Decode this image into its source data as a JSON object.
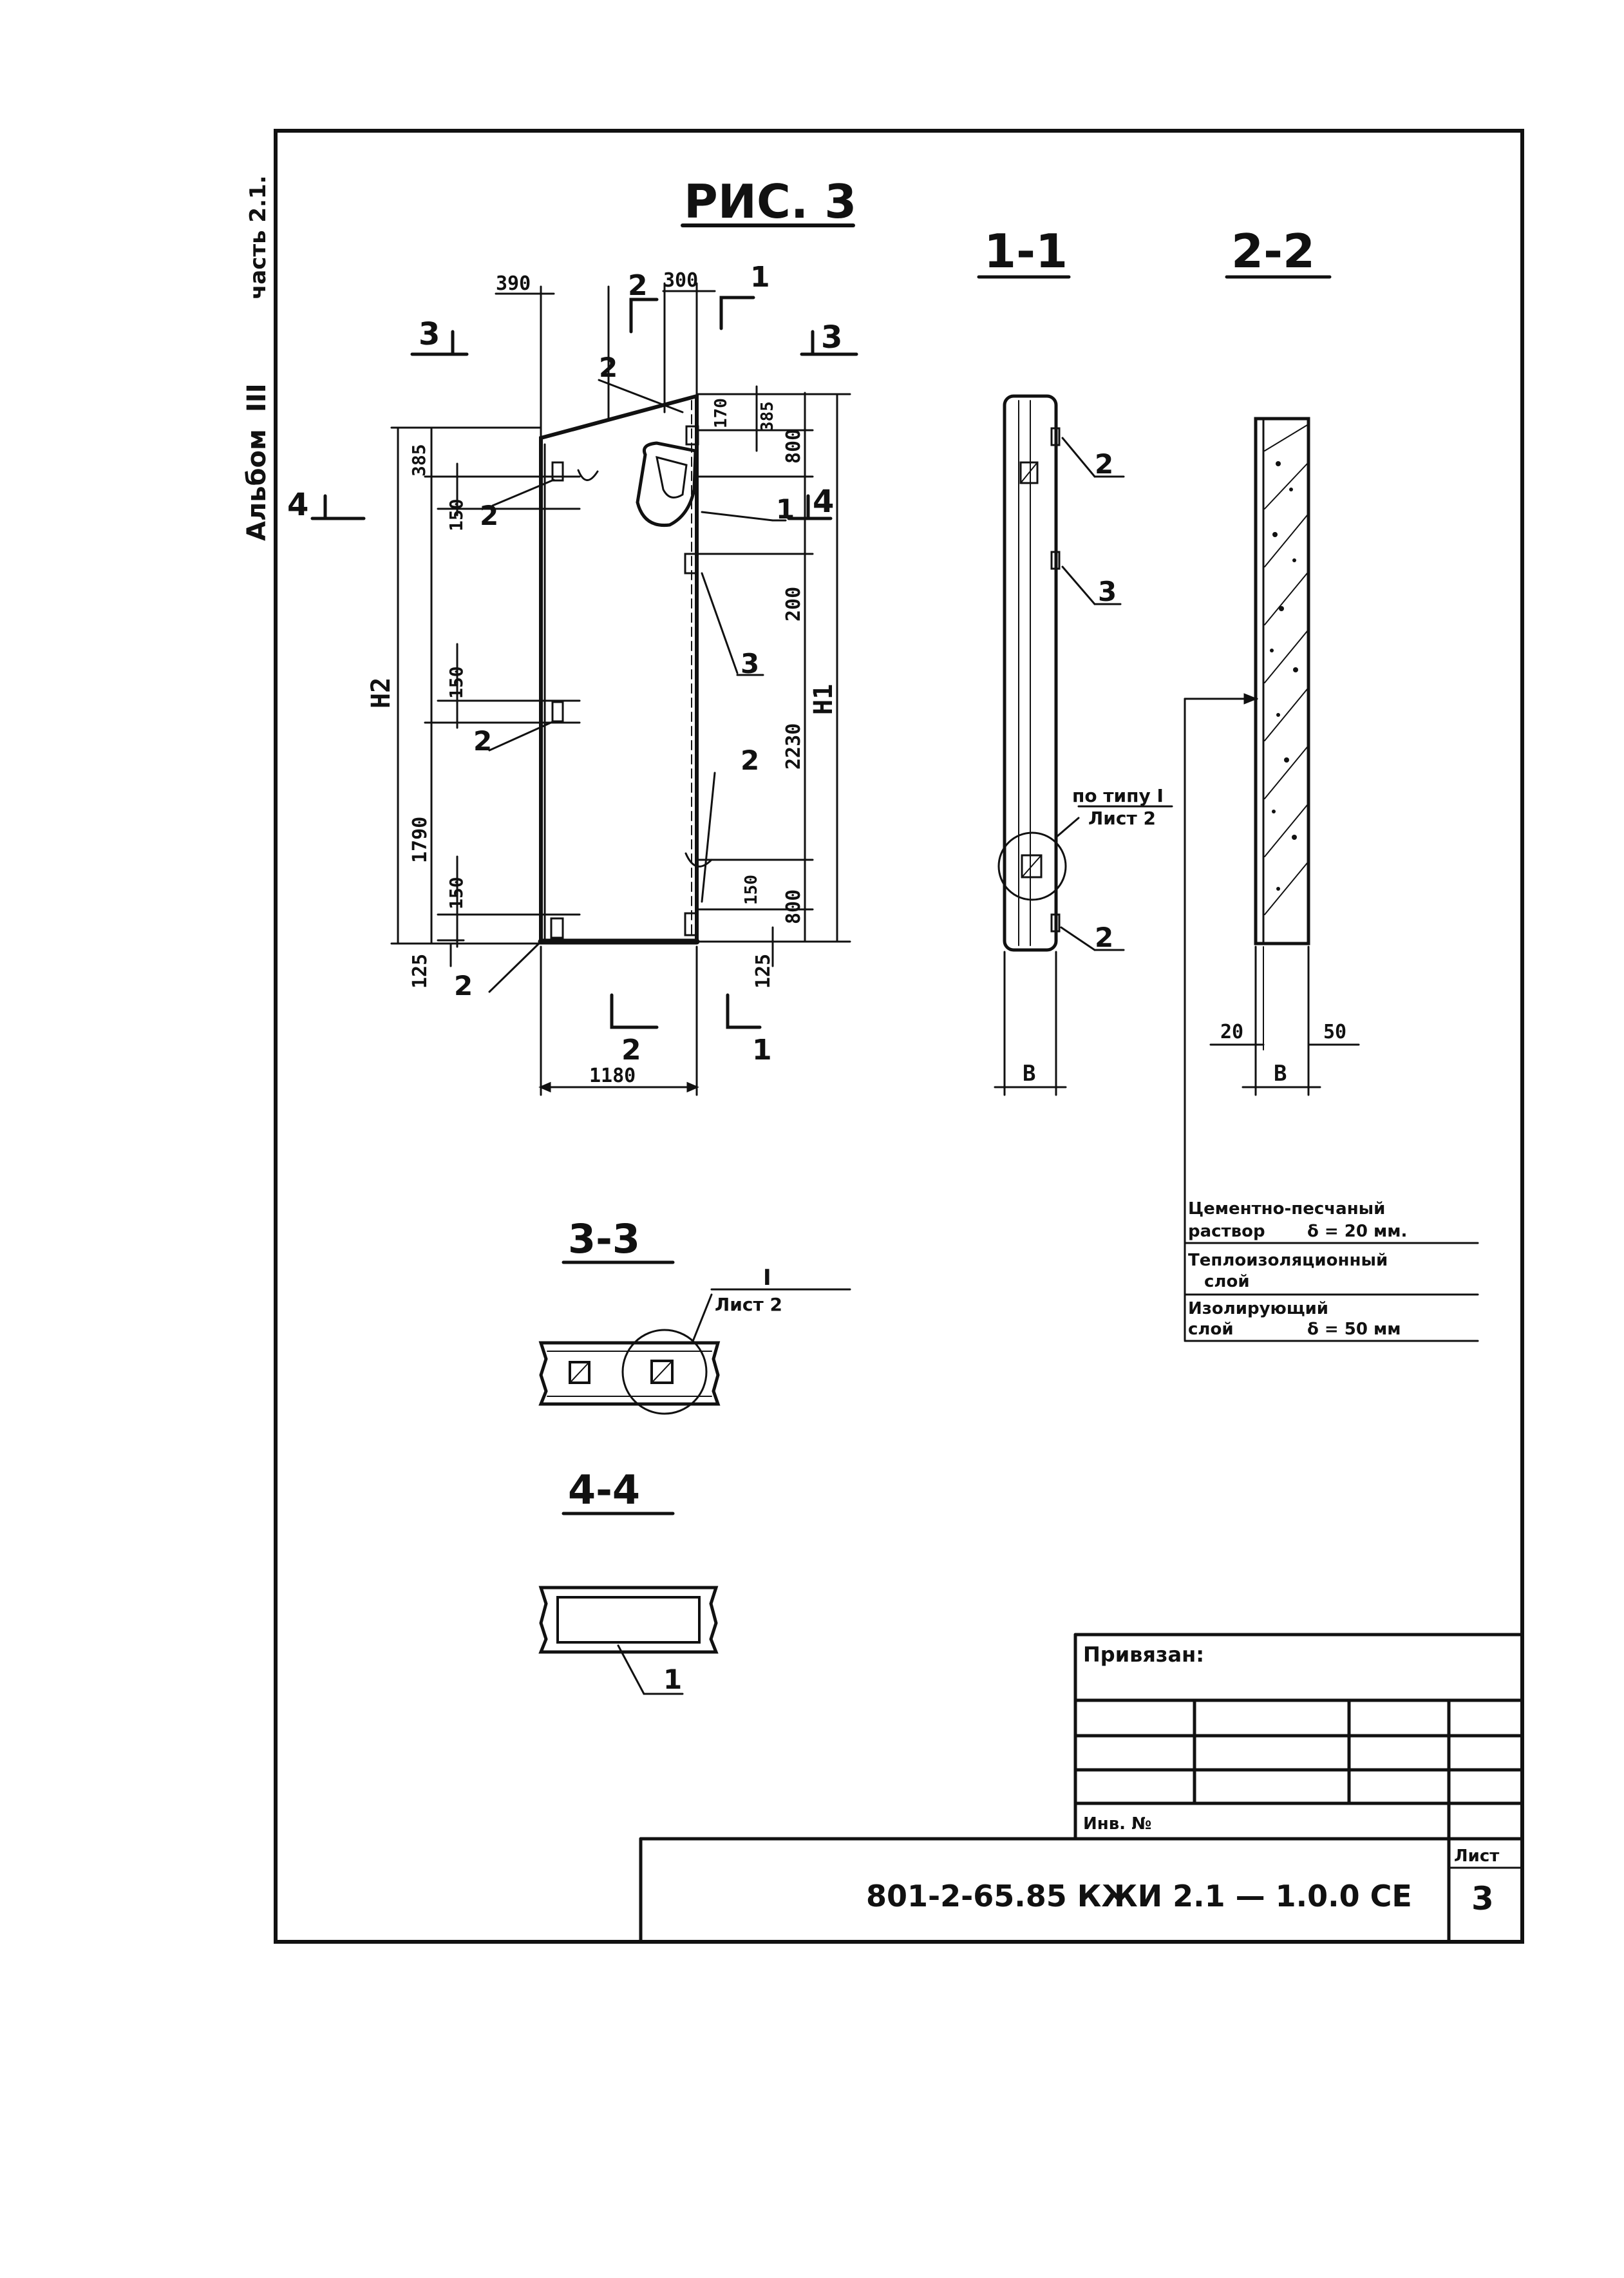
{
  "side": {
    "album": "Альбом",
    "album_num": "III",
    "part": "часть 2.1."
  },
  "title": "РИС. 3",
  "sections": {
    "s11": "1-1",
    "s22": "2-2",
    "s33": "3-3",
    "s44": "4-4"
  },
  "cut_marks": {
    "c1": "1",
    "c2": "2",
    "c3": "3",
    "c4": "4"
  },
  "dims": {
    "d390": "390",
    "d300": "300",
    "d385": "385",
    "d150": "150",
    "d1790": "1790",
    "d125": "125",
    "d1180": "1180",
    "d170": "170",
    "d800": "800",
    "d200": "200",
    "d2230": "2230",
    "d20": "20",
    "d50": "50",
    "h1": "H1",
    "h2": "H2",
    "b": "B"
  },
  "callouts": {
    "p1": "1",
    "p2": "2",
    "p3": "3",
    "node_type": "по типу I",
    "node_sheet": "Лист 2",
    "node_I": "I",
    "node_sheet2": "Лист 2"
  },
  "legend": {
    "row1_a": "Цементно-песчаный",
    "row1_b": "раствор",
    "row1_c": "δ = 20 мм.",
    "row2_a": "Теплоизоляционный",
    "row2_b": "слой",
    "row3_a": "Изолирующий",
    "row3_b": "слой",
    "row3_c": "δ = 50 мм"
  },
  "stamp": {
    "bound": "Привязан:",
    "inv": "Инв. №",
    "code": "801-2-65.85 КЖИ 2.1 — 1.0.0 СЕ",
    "sheet_label": "Лист",
    "sheet_num": "3"
  }
}
